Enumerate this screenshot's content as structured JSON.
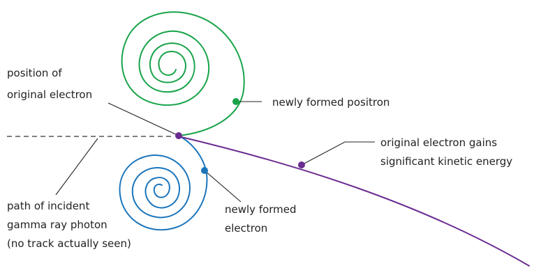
{
  "colors": {
    "positron": "#18a349",
    "electron": "#1b75bb",
    "original_electron": "#6b2c91",
    "text": "#222222"
  },
  "labels": {
    "position": [
      "position of",
      "original electron"
    ],
    "positron": "newly formed positron",
    "original_gains": [
      "original electron gains",
      "significant kinetic energy"
    ],
    "path": [
      "path of incident",
      "gamma ray photon",
      "(no track actually seen)"
    ],
    "new_electron": [
      "newly formed",
      "electron"
    ]
  }
}
